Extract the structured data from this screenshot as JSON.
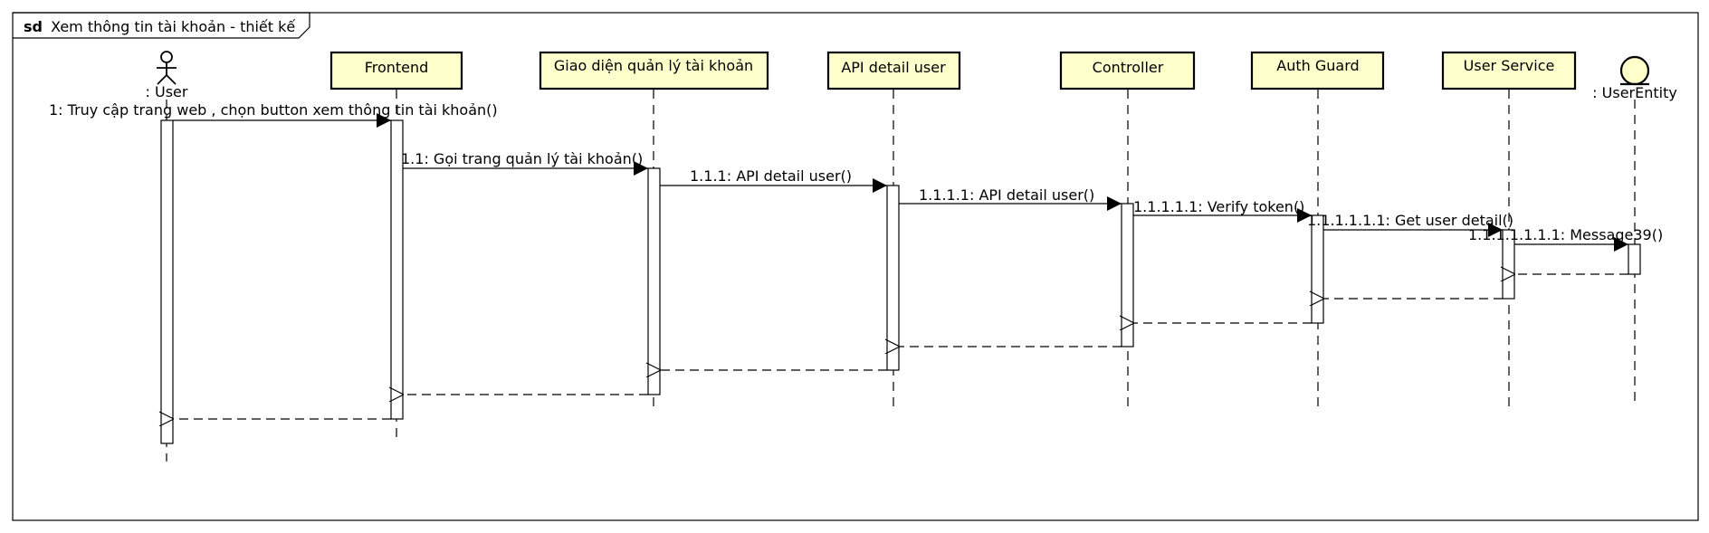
{
  "frame": {
    "keyword": "sd",
    "title": "Xem thông tin tài khoản - thiết kế"
  },
  "colors": {
    "lifeline_box_fill": "#ffffcc",
    "line": "#000000",
    "background": "#ffffff"
  },
  "participants": [
    {
      "id": "user",
      "kind": "actor",
      "label": ": User"
    },
    {
      "id": "frontend",
      "kind": "box",
      "label": "Frontend"
    },
    {
      "id": "ui",
      "kind": "box",
      "label": "Giao diện quản lý tài khoản"
    },
    {
      "id": "api",
      "kind": "box",
      "label": "API detail user"
    },
    {
      "id": "controller",
      "kind": "box",
      "label": "Controller"
    },
    {
      "id": "guard",
      "kind": "box",
      "label": "Auth Guard"
    },
    {
      "id": "service",
      "kind": "box",
      "label": "User Service"
    },
    {
      "id": "entity",
      "kind": "entity",
      "label": ": UserEntity"
    }
  ],
  "messages": [
    {
      "label": "1: Truy cập trang web , chọn button xem thông tin tài khoản()",
      "from": "user",
      "to": "frontend",
      "type": "sync"
    },
    {
      "label": "1.1: Gọi trang quản lý tài khoản()",
      "from": "frontend",
      "to": "ui",
      "type": "sync"
    },
    {
      "label": "1.1.1: API detail user()",
      "from": "ui",
      "to": "api",
      "type": "sync"
    },
    {
      "label": "1.1.1.1: API detail user()",
      "from": "api",
      "to": "controller",
      "type": "sync"
    },
    {
      "label": "1.1.1.1.1: Verify token()",
      "from": "controller",
      "to": "guard",
      "type": "sync"
    },
    {
      "label": "1.1.1.1.1.1: Get user detail()",
      "from": "guard",
      "to": "service",
      "type": "sync"
    },
    {
      "label": "1.1.1.1.1.1.1: Message39()",
      "from": "service",
      "to": "entity",
      "type": "sync"
    },
    {
      "label": "",
      "from": "entity",
      "to": "service",
      "type": "return"
    },
    {
      "label": "",
      "from": "service",
      "to": "guard",
      "type": "return"
    },
    {
      "label": "",
      "from": "guard",
      "to": "controller",
      "type": "return"
    },
    {
      "label": "",
      "from": "controller",
      "to": "api",
      "type": "return"
    },
    {
      "label": "",
      "from": "api",
      "to": "ui",
      "type": "return"
    },
    {
      "label": "",
      "from": "ui",
      "to": "frontend",
      "type": "return"
    },
    {
      "label": "",
      "from": "frontend",
      "to": "user",
      "type": "return"
    }
  ]
}
